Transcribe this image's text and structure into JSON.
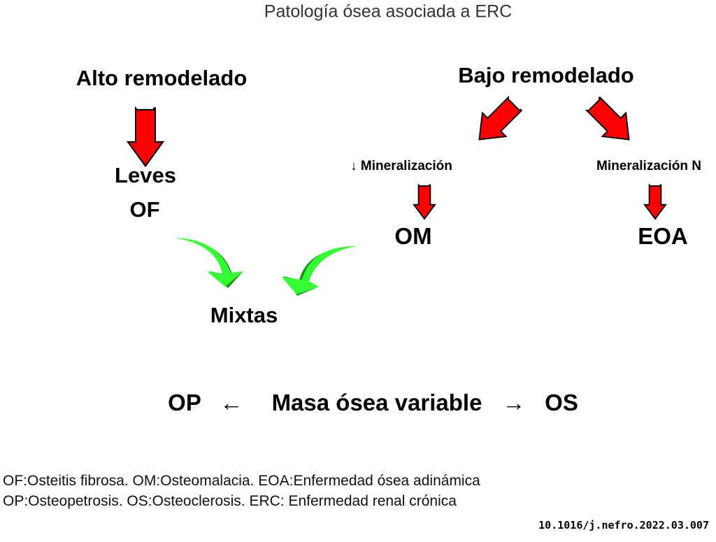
{
  "title": "Patología ósea asociada a ERC",
  "high_turnover": {
    "label": "Alto remodelado",
    "result_1": "Leves",
    "result_2": "OF"
  },
  "low_turnover": {
    "label": "Bajo remodelado",
    "left_branch": {
      "label": "↓ Mineralización",
      "result": "OM"
    },
    "right_branch": {
      "label": "Mineralización N",
      "result": "EOA"
    }
  },
  "mixed": "Mixtas",
  "bone_mass": {
    "left": "OP",
    "left_arrow": "←",
    "center": "Masa ósea variable",
    "right_arrow": "→",
    "right": "OS"
  },
  "legend": [
    "OF:Osteitis fibrosa. OM:Osteomalacia. EOA:Enfermedad ósea adinámica",
    "OP:Osteopetrosis. OS:Osteoclerosis. ERC: Enfermedad renal crónica"
  ],
  "doi": "10.1016/j.nefro.2022.03.007",
  "colors": {
    "red_arrow": "#ff0000",
    "green_arrow": "#33ff33"
  }
}
